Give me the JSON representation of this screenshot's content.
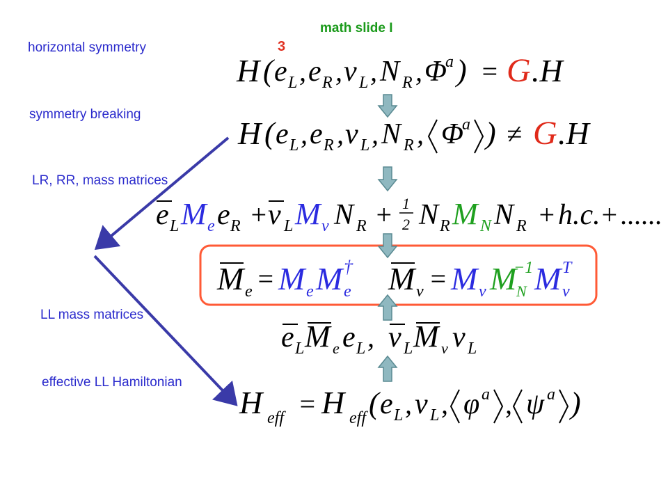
{
  "slide": {
    "title": "math slide I",
    "page_number": "3"
  },
  "labels": {
    "horizontal_symmetry": "horizontal symmetry",
    "symmetry_breaking": "symmetry breaking",
    "mass_matrices": "LR, RR, mass matrices",
    "ll_mass_matrices": "LL mass matrices",
    "effective_hamiltonian": "effective LL Hamiltonian"
  },
  "equation_tokens": {
    "H": "H",
    "G": "G",
    "dot_H": ".H",
    "eq": "=",
    "neq": "≠",
    "e": "e",
    "nu": "ν",
    "N": "N",
    "L": "L",
    "R": "R",
    "Phi": "Φ",
    "a": "a",
    "M": "M",
    "plus": "+",
    "half_num": "1",
    "half_den": "2",
    "hc": "h.c.",
    "dots": "......",
    "dagger": "†",
    "minus_one": "−1",
    "T": "T",
    "phi": "φ",
    "psi": "ψ",
    "eff": "eff"
  },
  "colors": {
    "title": "#1a9a1a",
    "page_number": "#e03020",
    "labels": "#2a2acc",
    "matrix": "#2b2be0",
    "highlight_box": "#ff5a36",
    "flow_arrow": "#8fb8c0",
    "side_arrow": "#3a3aa8"
  },
  "icons": {
    "down_arrows": "down-arrow-icon",
    "up_arrows": "up-arrow-icon",
    "side_arrows": "long-arrow-icon"
  }
}
